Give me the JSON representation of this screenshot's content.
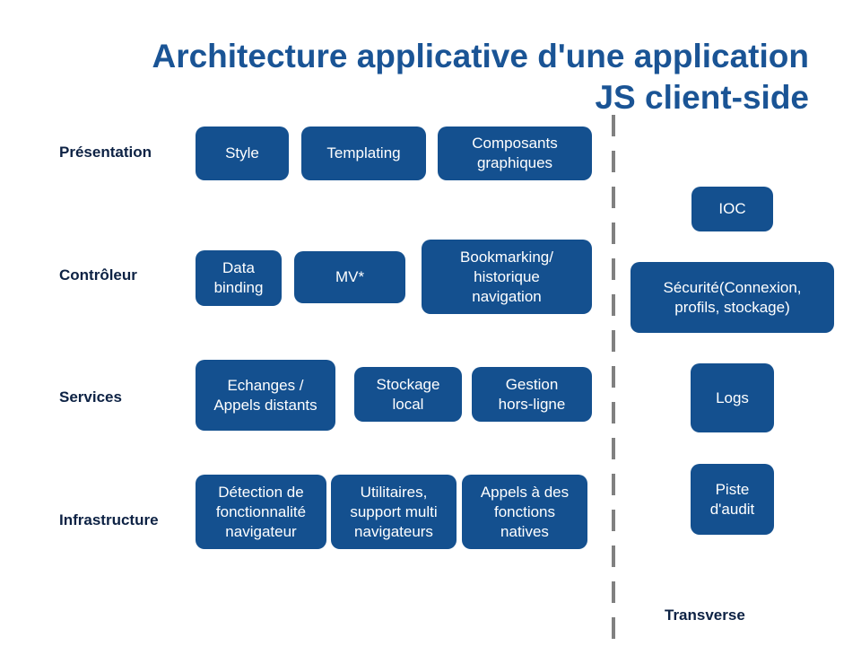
{
  "title": {
    "line1": "Architecture applicative d'une application",
    "line2": "JS client-side"
  },
  "layers": {
    "presentation": {
      "label": "Présentation",
      "boxes": [
        "Style",
        "Templating",
        "Composants\ngraphiques"
      ]
    },
    "controleur": {
      "label": "Contrôleur",
      "boxes": [
        "Data\nbinding",
        "MV*",
        "Bookmarking/\nhistorique\nnavigation"
      ]
    },
    "services": {
      "label": "Services",
      "boxes": [
        "Echanges /\nAppels distants",
        "Stockage\nlocal",
        "Gestion\nhors-ligne"
      ]
    },
    "infrastructure": {
      "label": "Infrastructure",
      "boxes": [
        "Détection de\nfonctionnalité\nnavigateur",
        "Utilitaires,\nsupport multi\nnavigateurs",
        "Appels à des\nfonctions\nnatives"
      ]
    }
  },
  "transverse": {
    "label": "Transverse",
    "boxes": [
      "IOC",
      "Sécurité(Connexion,\nprofils, stockage)",
      "Logs",
      "Piste\nd'audit"
    ]
  },
  "colors": {
    "title": "#1a5495",
    "box_fill": "#14508f",
    "box_text": "#ffffff",
    "divider": "#808080"
  }
}
